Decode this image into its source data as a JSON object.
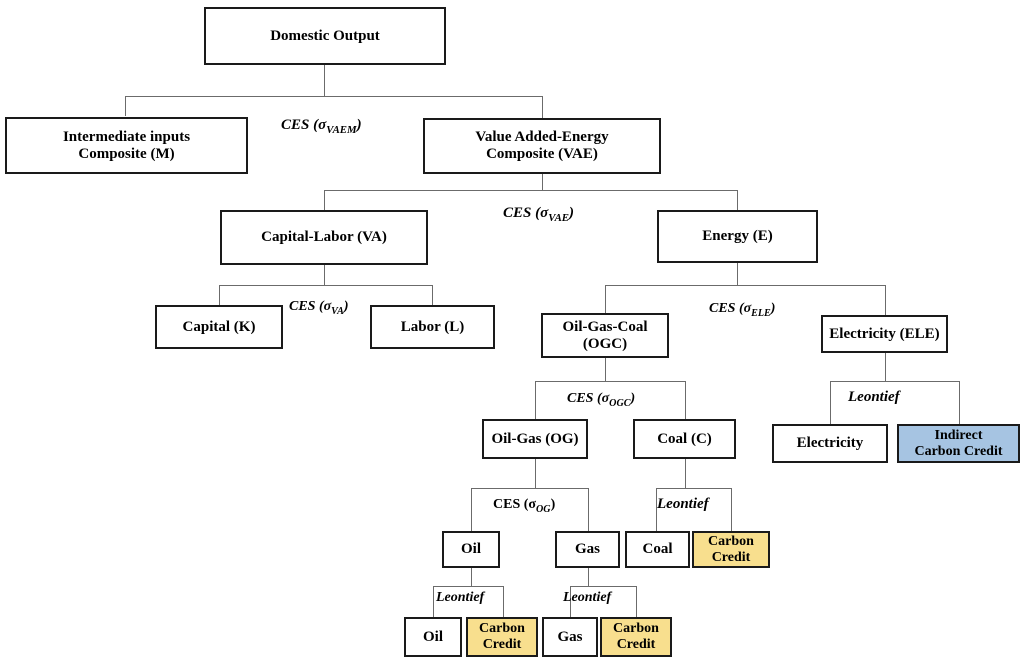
{
  "diagram": {
    "title": "Nested CES production structure with carbon credits",
    "colors": {
      "box_border": "#1a1a1a",
      "box_fill": "#ffffff",
      "carbon_credit_fill": "#F8DF8E",
      "indirect_carbon_credit_fill": "#A6C4E2",
      "connector": "#6b6b6b"
    },
    "nodes": {
      "domestic_output": "Domestic Output",
      "intermediate_inputs": "Intermediate inputs\nComposite (M)",
      "value_added_energy": "Value Added-Energy\nComposite (VAE)",
      "capital_labor": "Capital-Labor (VA)",
      "energy": "Energy (E)",
      "capital": "Capital (K)",
      "labor": "Labor (L)",
      "oil_gas_coal": "Oil-Gas-Coal\n(OGC)",
      "electricity_ele": "Electricity (ELE)",
      "oil_gas": "Oil-Gas (OG)",
      "coal_c": "Coal (C)",
      "electricity_leaf": "Electricity",
      "indirect_carbon_credit": "Indirect\nCarbon Credit",
      "oil_mid": "Oil",
      "gas_mid": "Gas",
      "coal_leaf": "Coal",
      "carbon_credit_coal": "Carbon\nCredit",
      "oil_leaf": "Oil",
      "carbon_credit_oil": "Carbon\nCredit",
      "gas_leaf": "Gas",
      "carbon_credit_gas": "Carbon\nCredit"
    },
    "function_labels": {
      "ces_vaem_prefix": "CES (σ",
      "ces_vaem_sub": "VAEM",
      "ces_vaem_suffix": ")",
      "ces_vae_prefix": "CES (σ",
      "ces_vae_sub": "VAE",
      "ces_vae_suffix": ")",
      "ces_va_prefix": "CES (σ",
      "ces_va_sub": "VA",
      "ces_va_suffix": ")",
      "ces_ele_prefix": "CES (σ",
      "ces_ele_sub": "ELE",
      "ces_ele_suffix": ")",
      "ces_ogc_prefix": "CES (σ",
      "ces_ogc_sub": "OGC",
      "ces_ogc_suffix": ")",
      "ces_og_prefix": "CES (σ",
      "ces_og_sub": "OG",
      "ces_og_suffix": ")",
      "leontief_ele": "Leontief",
      "leontief_coal": "Leontief",
      "leontief_oil": "Leontief",
      "leontief_gas": "Leontief"
    }
  }
}
